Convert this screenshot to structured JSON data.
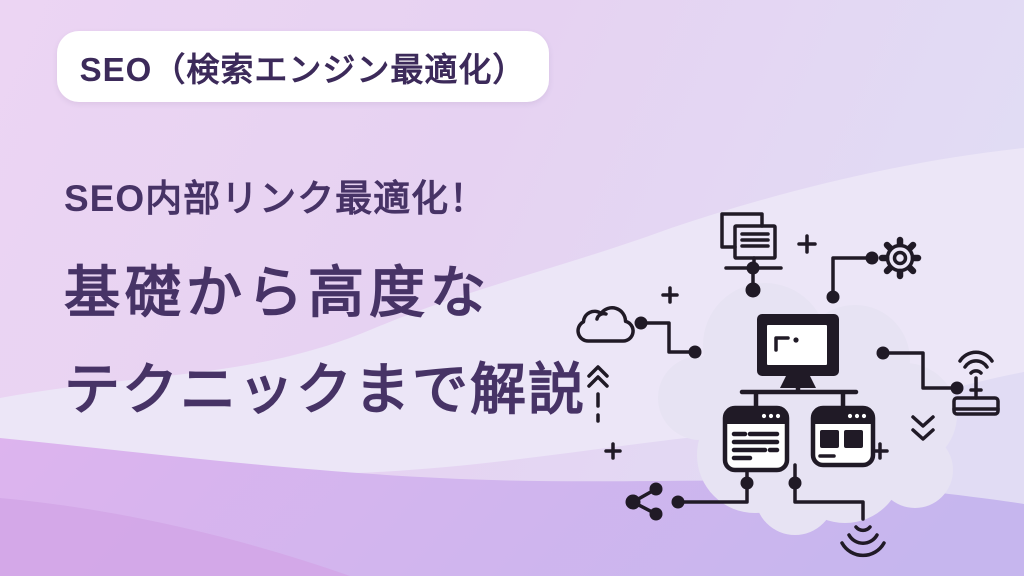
{
  "badge": {
    "label": "SEO（検索エンジン最適化）"
  },
  "title": {
    "line1": "SEO内部リンク最適化！",
    "line2": "基礎から高度な",
    "line3": "テクニックまで解説"
  },
  "illustration": {
    "description_icons": [
      "document-stack-icon",
      "gear-icon",
      "cloud-icon",
      "monitor-icon",
      "text-window-icon",
      "image-window-icon",
      "share-icon",
      "wifi-router-icon",
      "wifi-signal-down-icon",
      "up-arrows-icon",
      "down-chevrons-icon",
      "plus-marks",
      "connector-lines"
    ]
  },
  "colors": {
    "bg-top-left": "#ecd5f3",
    "bg-top-mid": "#e6d2f2",
    "bg-top-right": "#e1dcf4",
    "bg-light-band": "#ece6f7",
    "bg-bottom-left": "#ddb4ee",
    "bg-bottom-right": "#c6b6ee",
    "bg-bottom-deep": "#d3a6e7",
    "blob": "#e7e3f3",
    "badge-bg": "#ffffff",
    "badge-text": "#3c2a5a",
    "title-text": "#473366",
    "icon-ink": "#201a26"
  }
}
